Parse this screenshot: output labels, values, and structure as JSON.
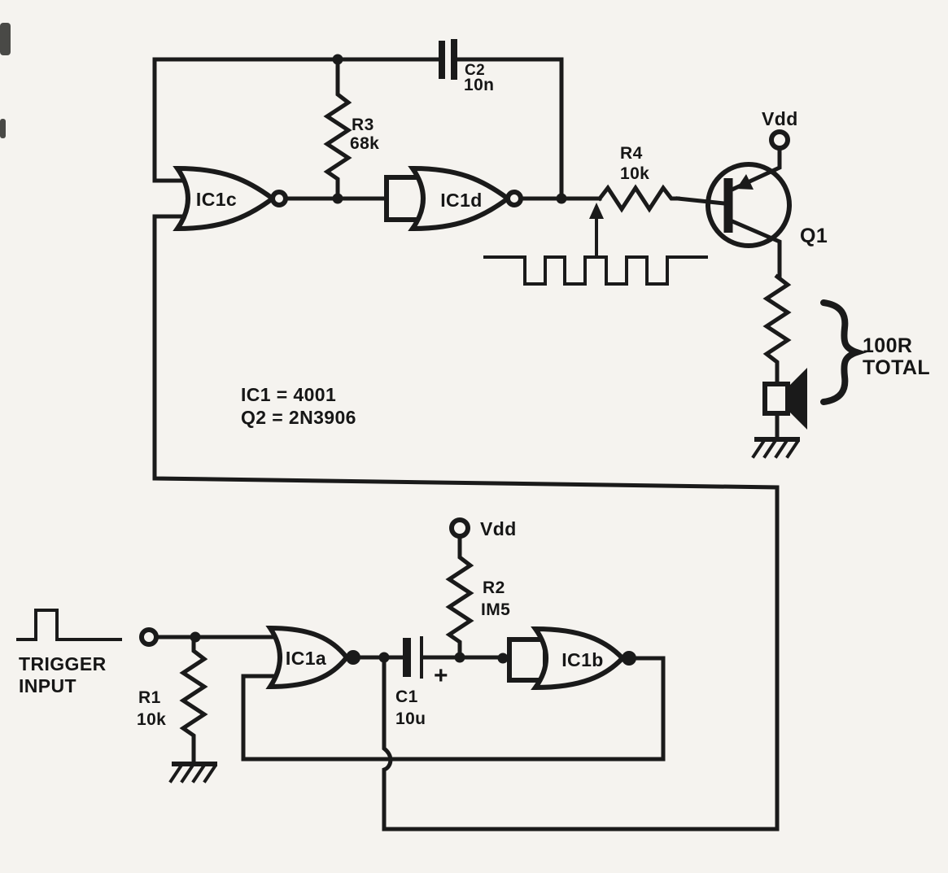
{
  "schematic": {
    "colors": {
      "ink": "#1a1a1a",
      "paper": "#f5f3ef"
    },
    "power": {
      "vdd_top": "Vdd",
      "vdd_bottom": "Vdd"
    },
    "gates": {
      "ic1a": "IC1a",
      "ic1b": "IC1b",
      "ic1c": "IC1c",
      "ic1d": "IC1d"
    },
    "components": {
      "r1": {
        "ref": "R1",
        "value": "10k"
      },
      "r2": {
        "ref": "R2",
        "value": "IM5"
      },
      "r3": {
        "ref": "R3",
        "value": "68k"
      },
      "r4": {
        "ref": "R4",
        "value": "10k"
      },
      "c1": {
        "ref": "C1",
        "value": "10u",
        "polarity": "+"
      },
      "c2": {
        "ref": "C2",
        "value": "10n"
      },
      "q1": {
        "ref": "Q1"
      }
    },
    "speaker_brace": {
      "line1": "100R",
      "line2": "TOTAL"
    },
    "notes": {
      "line1": "IC1 = 4001",
      "line2": "Q2 = 2N3906"
    },
    "trigger": {
      "line1": "TRIGGER",
      "line2": "INPUT"
    }
  }
}
